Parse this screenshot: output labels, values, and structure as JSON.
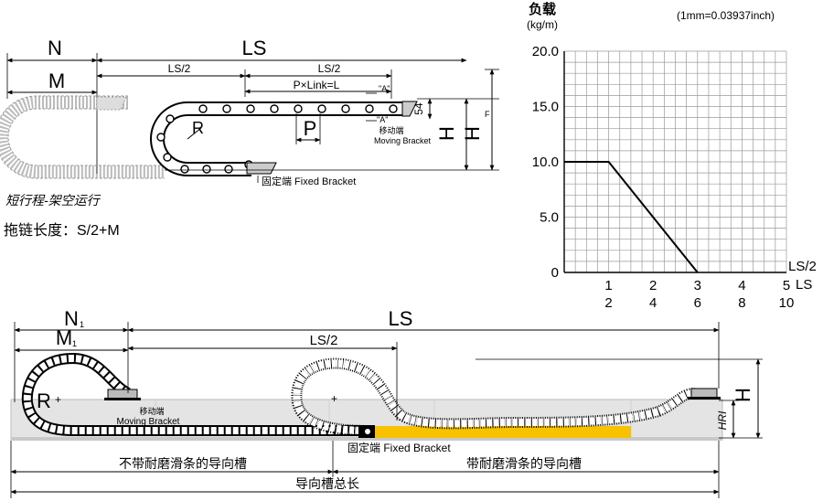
{
  "top_diagram": {
    "N": "N",
    "M": "M",
    "LS": "LS",
    "LS_half_left": "LS/2",
    "LS_half_right": "LS/2",
    "pitch_formula": "P×Link=L",
    "section_mark_top": "\"A\"",
    "section_mark_bottom": "\"A\"",
    "dim_54": "54",
    "R": "R",
    "P": "P",
    "H": "H",
    "HF": "H",
    "HF_sub": "F",
    "moving_cn": "移动端",
    "moving_en": "Moving Bracket",
    "fixed_label": "固定端 Fixed Bracket",
    "caption_mode": "短行程-架空运行",
    "caption_formula": "拖链长度：S/2+M"
  },
  "chart": {
    "title": "负载",
    "unit": "(kg/m)",
    "conversion": "(1mm=0.03937inch)",
    "x_label_1": "LS/2",
    "x_label_2": "LS",
    "color": "#000000"
  },
  "chart_data": {
    "type": "line",
    "title": "负载",
    "ylabel": "(kg/m)",
    "xlabel": "LS/2",
    "xlabel_secondary": "LS",
    "ylim": [
      0,
      20
    ],
    "xlim": [
      0,
      5
    ],
    "yticks": [
      "0",
      "5.0",
      "10.0",
      "15.0",
      "20.0"
    ],
    "xticks": [
      "1",
      "2",
      "3",
      "4",
      "5"
    ],
    "xticks_secondary": [
      "2",
      "4",
      "6",
      "8",
      "10"
    ],
    "grid": true,
    "series": [
      {
        "x": [
          0,
          1.0,
          3.0
        ],
        "y": [
          10,
          10,
          0
        ]
      }
    ]
  },
  "bottom_diagram": {
    "N1": "N",
    "N1_sub": "1",
    "M1": "M",
    "M1_sub": "1",
    "LS": "LS",
    "LS_half": "LS/2",
    "R": "R",
    "moving_cn": "移动端",
    "moving_en": "Moving Bracket",
    "fixed_label": "固定端 Fixed Bracket",
    "H": "H",
    "HRI": "HRI",
    "left_groove": "不带耐磨滑条的导向槽",
    "right_groove": "带耐磨滑条的导向槽",
    "total": "导向槽总长",
    "strip_color": "#f7c200"
  }
}
